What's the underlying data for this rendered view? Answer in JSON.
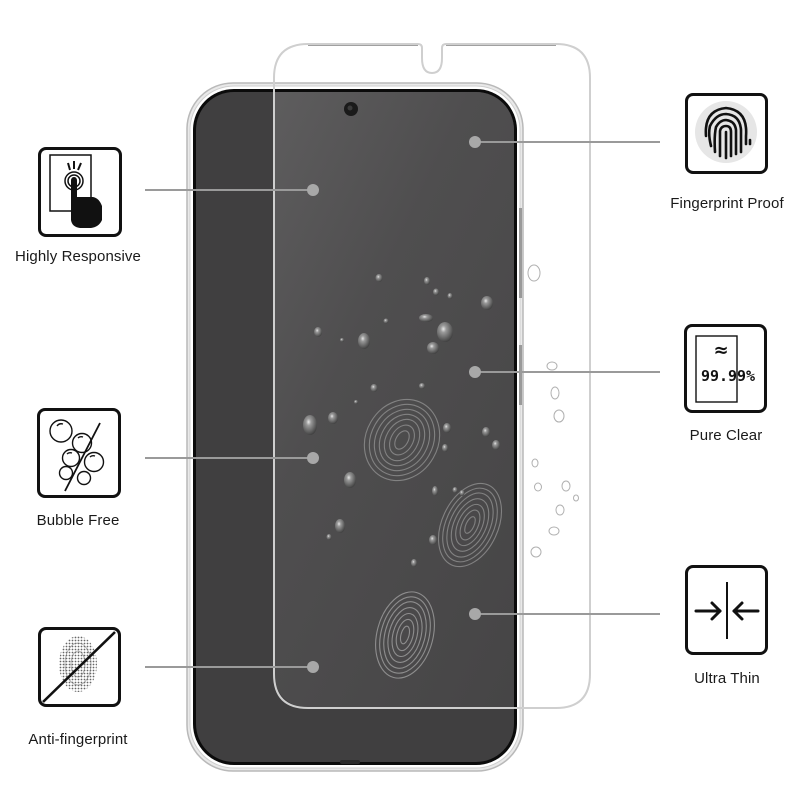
{
  "product": {
    "description": "Tempered glass screen protector over smartphone with feature callouts"
  },
  "features": {
    "left": [
      {
        "id": "highly-responsive",
        "label": "Highly Responsive",
        "icon": "touch-finger-icon"
      },
      {
        "id": "bubble-free",
        "label": "Bubble Free",
        "icon": "bubbles-crossed-icon"
      },
      {
        "id": "anti-fingerprint",
        "label": "Anti-fingerprint",
        "icon": "fingerprint-crossed-icon"
      }
    ],
    "right": [
      {
        "id": "fingerprint-proof",
        "label": "Fingerprint Proof",
        "icon": "fingerprint-icon"
      },
      {
        "id": "pure-clear",
        "label": "Pure Clear",
        "icon": "transparency-icon",
        "icon_text": "99.99%",
        "icon_glyph": "≈"
      },
      {
        "id": "ultra-thin",
        "label": "Ultra Thin",
        "icon": "thin-arrows-icon"
      }
    ]
  },
  "colors": {
    "screen": "#3f3e3f",
    "screen_under_glass": "#5a595a",
    "callout_line": "#9a9a9a",
    "callout_dot": "#a8a8a8",
    "icon_stroke": "#111111"
  }
}
